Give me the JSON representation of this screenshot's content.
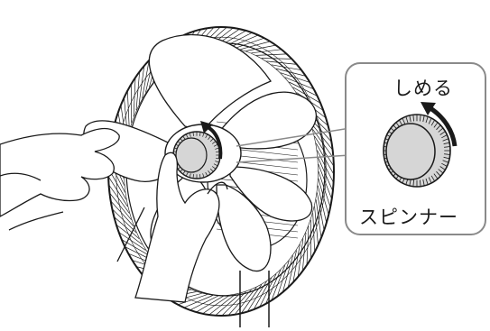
{
  "callout": {
    "tighten_label": "しめる",
    "part_label": "スピンナー"
  },
  "colors": {
    "line": "#1a1a1a",
    "blade_fill": "#ffffff",
    "spinner_fill": "#d6d6d6",
    "callout_border": "#8a8a8a",
    "callout_bg": "#ffffff"
  },
  "icons": {
    "arrow": "curved-arrow-clockwise"
  }
}
